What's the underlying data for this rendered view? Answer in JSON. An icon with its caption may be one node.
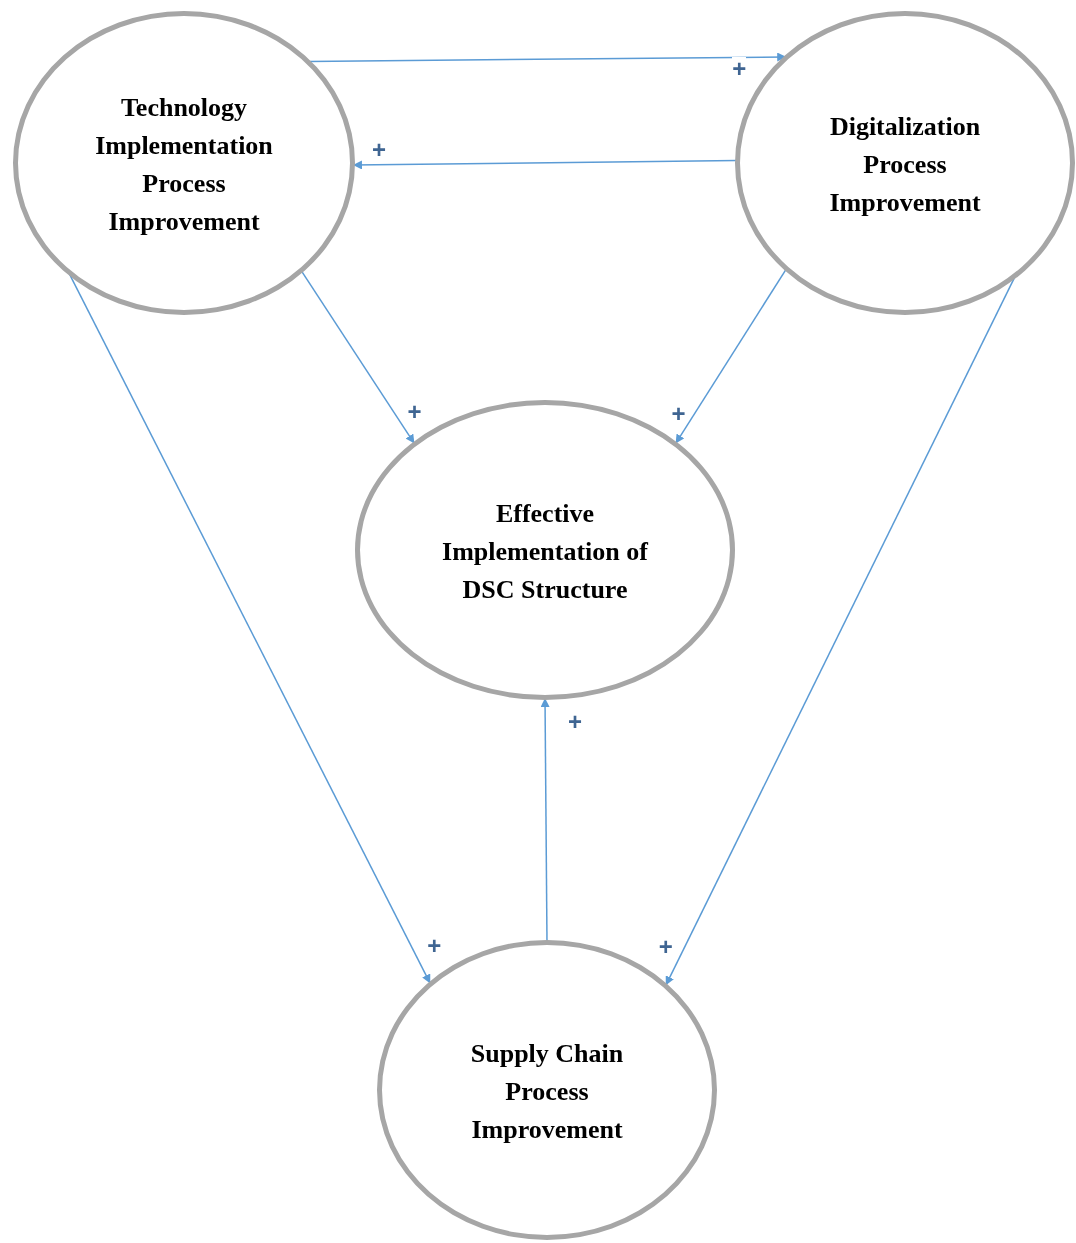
{
  "diagram": {
    "nodes": [
      {
        "text": [
          "Technology Implementation Process Improvement"
        ]
      },
      {
        "text": [
          "Digitalization Process Improvement"
        ]
      },
      {
        "text": [
          "Effective Implementation of DSC Structure"
        ]
      },
      {
        "text": [
          "Supply Chain Process Improvement"
        ]
      }
    ],
    "edges": [
      {
        "from": 0,
        "to": 1,
        "arrow": "to",
        "label": "+"
      },
      {
        "from": 1,
        "to": 0,
        "arrow": "to",
        "label": "+"
      },
      {
        "from": 0,
        "to": 2,
        "arrow": "to",
        "label": "+"
      },
      {
        "from": 1,
        "to": 2,
        "arrow": "to",
        "label": "+"
      },
      {
        "from": 0,
        "to": 3,
        "arrow": "to",
        "label": "+"
      },
      {
        "from": 1,
        "to": 3,
        "arrow": "to",
        "label": "+"
      },
      {
        "from": 3,
        "to": 2,
        "arrow": "to",
        "label": "+"
      }
    ]
  }
}
